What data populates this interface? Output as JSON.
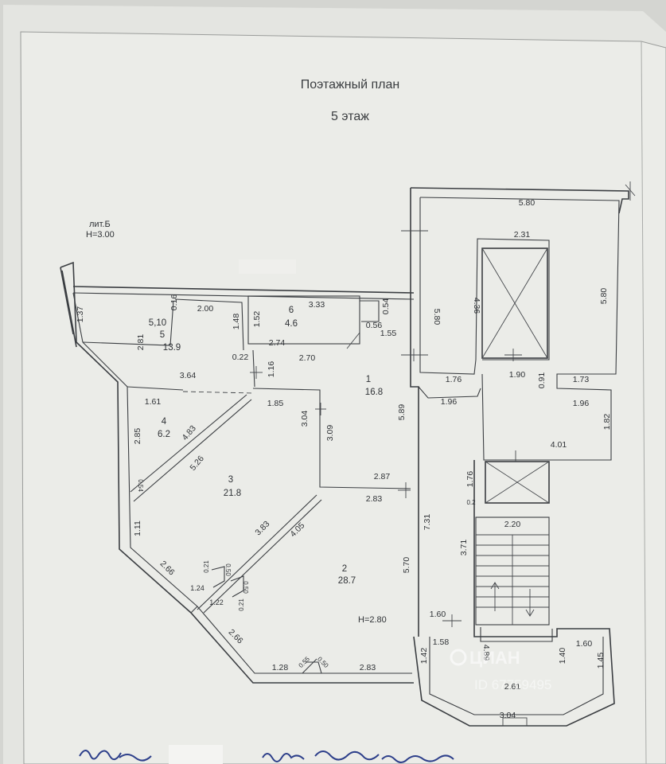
{
  "plan": {
    "title": "Поэтажный план",
    "floor": "5 этаж",
    "lit": "лит.Б",
    "height_main": "Н=3.00",
    "height_room": "Н=2.80"
  },
  "rooms": [
    {
      "id": "1",
      "area": "16.8"
    },
    {
      "id": "2",
      "area": "28.7"
    },
    {
      "id": "3",
      "area": "21.8"
    },
    {
      "id": "4",
      "area": "6.2"
    },
    {
      "id": "5",
      "area": "13.9"
    },
    {
      "id": "6",
      "area": "4.6"
    }
  ],
  "room5_code": "5,10",
  "dims": {
    "d580a": "5.80",
    "d580b": "5.80",
    "d580c": "5.80",
    "d231": "2.31",
    "d436": "4.36",
    "d137": "1.37",
    "d016": "0.16",
    "d200": "2.00",
    "d148": "1.48",
    "d152": "1.52",
    "d333": "3.33",
    "d054": "0.54",
    "d056": "0.56",
    "d155": "1.55",
    "d281": "2.81",
    "d274": "2.74",
    "d270": "2.70",
    "d022": "0.22",
    "d116": "1.16",
    "d364": "3.64",
    "d176a": "1.76",
    "d190": "1.90",
    "d091": "0.91",
    "d173": "1.73",
    "d161": "1.61",
    "d185": "1.85",
    "d196a": "1.96",
    "d196b": "1.96",
    "d589": "5.89",
    "d285": "2.85",
    "d483": "4.83",
    "d304": "3.04",
    "d309": "3.09",
    "d182": "1.82",
    "d401": "4.01",
    "d526": "5.26",
    "d054b": "0.54",
    "d287": "2.87",
    "d283a": "2.83",
    "d176b": "1.76",
    "d02": "0.2",
    "d220": "2.20",
    "d111": "1.11",
    "d383": "3.83",
    "d405": "4.05",
    "d731": "7.31",
    "d371": "3.71",
    "d266a": "2.66",
    "d021a": "0.21",
    "d050a": "0.50",
    "d050b": "0.50",
    "d124": "1.24",
    "d122": "1.22",
    "d021b": "0.21",
    "d570": "5.70",
    "d160a": "1.60",
    "d158": "1.58",
    "d489": "4.89",
    "d160b": "1.60",
    "d266b": "2.66",
    "d142": "1.42",
    "d140": "1.40",
    "d145": "1.45",
    "d128": "1.28",
    "d055": "0.55",
    "d050c": "0.50",
    "d283b": "2.83",
    "d261": "2.61",
    "d304b": "3.04"
  },
  "watermark": {
    "brand": "ЦИАН",
    "id": "ID 67759495"
  },
  "colors": {
    "paper": "#e6e7e3",
    "line": "#3b3e42",
    "background": "#d9dad6"
  }
}
